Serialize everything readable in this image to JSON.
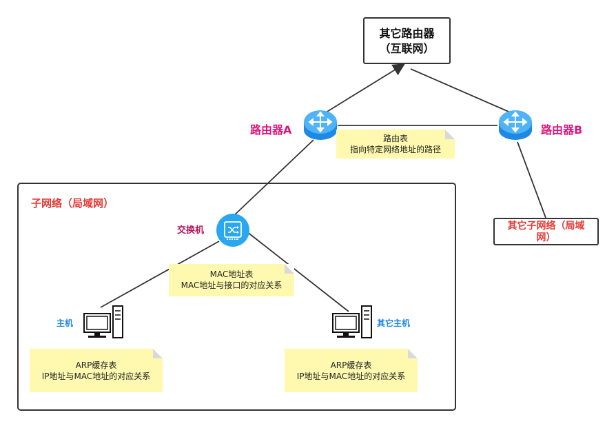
{
  "top_router": {
    "line1": "其它路由器",
    "line2": "（互联网）"
  },
  "router_a": {
    "label": "路由器A"
  },
  "router_b": {
    "label": "路由器B"
  },
  "routing_table_note": {
    "line1": "路由表",
    "line2": "指向特定网络地址的路径"
  },
  "subnet": {
    "label": "子网络（局域网）"
  },
  "other_subnet": {
    "line1": "其它子网络（局域",
    "line2": "网）"
  },
  "switch": {
    "label": "交换机"
  },
  "mac_table_note": {
    "line1": "MAC地址表",
    "line2": "MAC地址与接口的对应关系"
  },
  "host": {
    "label": "主机"
  },
  "other_host": {
    "label": "其它主机"
  },
  "arp_note_left": {
    "line1": "ARP缓存表",
    "line2": "IP地址与MAC地址的对应关系"
  },
  "arp_note_right": {
    "line1": "ARP缓存表",
    "line2": "IP地址与MAC地址的对应关系"
  },
  "colors": {
    "router_blue": "#42a5f5",
    "switch_blue": "#29a8f0",
    "note_yellow": "#fff9b0",
    "router_label": "#e0157a",
    "subnet_label": "#e53935",
    "host_label": "#1e88e5"
  },
  "icons": {
    "router": "router-icon",
    "switch": "switch-icon",
    "host": "desktop-computer-icon"
  }
}
